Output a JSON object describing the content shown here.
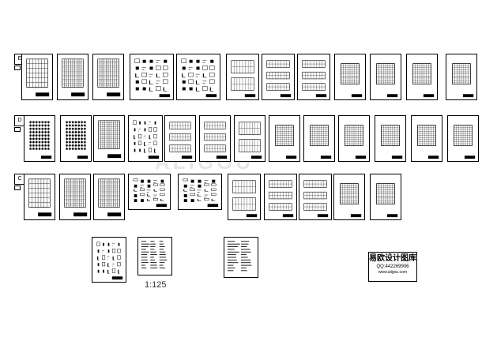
{
  "rows": [
    {
      "label": "E"
    },
    {
      "label": "D"
    },
    {
      "label": "C"
    }
  ],
  "scale_text": "1:125",
  "stamp": {
    "title": "易欧设计图库",
    "qq": "QQ:442269906",
    "url": "www.aiigou.com"
  },
  "watermark": "ALIGOU",
  "sheet_types": [
    "framing-plan",
    "column-grid",
    "grid-plan",
    "detail-sheet",
    "elevation-set",
    "notes-sheet"
  ]
}
